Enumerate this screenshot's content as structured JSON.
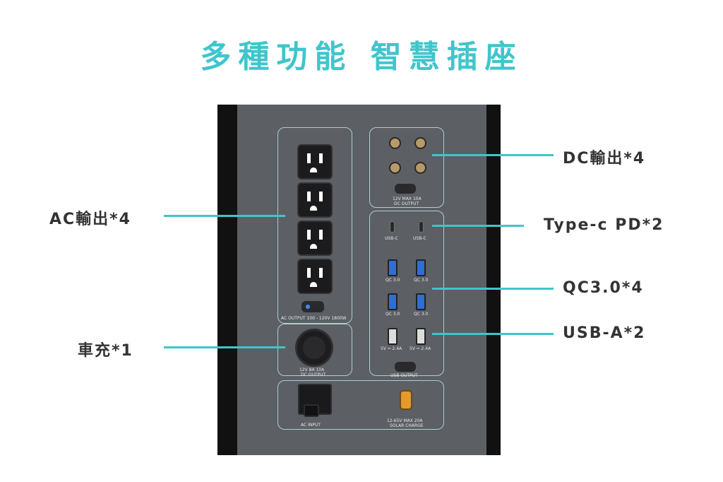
{
  "title": "多種功能 智慧插座",
  "colors": {
    "accent": "#3ec6cc",
    "panel": "#5c5f64",
    "frame": "#111111",
    "text": "#333333"
  },
  "callouts": {
    "ac": "AC輸出*4",
    "car": "車充*1",
    "dc": "DC輸出*4",
    "typec": "Type-c PD*2",
    "qc": "QC3.0*4",
    "usba": "USB-A*2"
  },
  "panel_labels": {
    "ac_output": "AC OUTPUT 100 - 120V 1800W",
    "car_output_l1": "12V 8A  10A",
    "car_output_l2": "DC OUTPUT",
    "dc_output_l1": "12V MAX 10A",
    "dc_output_l2": "DC OUTPUT",
    "usbc_left": "USB-C",
    "usbc_right": "USB-C",
    "qc_1": "QC 3.0",
    "qc_2": "QC 3.0",
    "qc_3": "QC 3.0",
    "qc_4": "QC 3.0",
    "usba_left": "5V ⎓ 2.4A",
    "usba_right": "5V ⎓ 2.4A",
    "usb_output": "USB OUTPUT",
    "ac_input": "AC INPUT",
    "solar_l1": "12-65V MAX 20A",
    "solar_l2": "SOLAR CHARGE"
  }
}
